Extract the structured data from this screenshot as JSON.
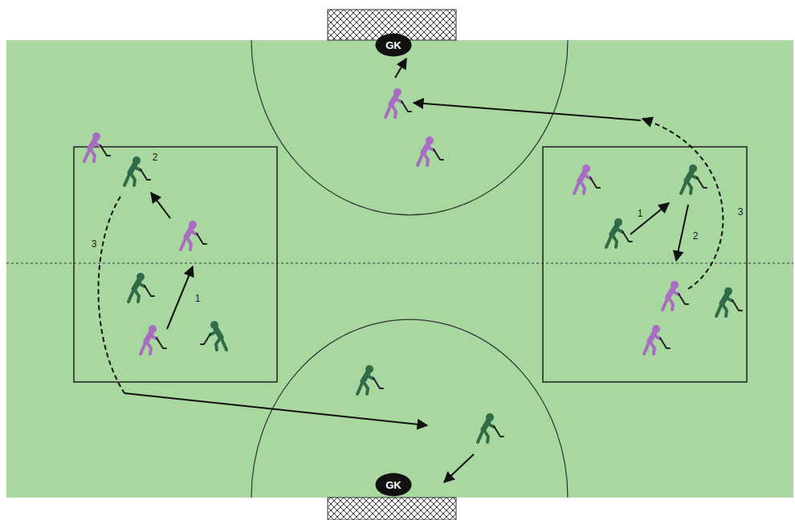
{
  "diagram": {
    "nodes": [
      {
        "text": [
          "GK"
        ]
      },
      {
        "text": [
          "GK"
        ]
      }
    ],
    "labels": [
      "2",
      "3",
      "1",
      "1",
      "2",
      "3"
    ]
  }
}
